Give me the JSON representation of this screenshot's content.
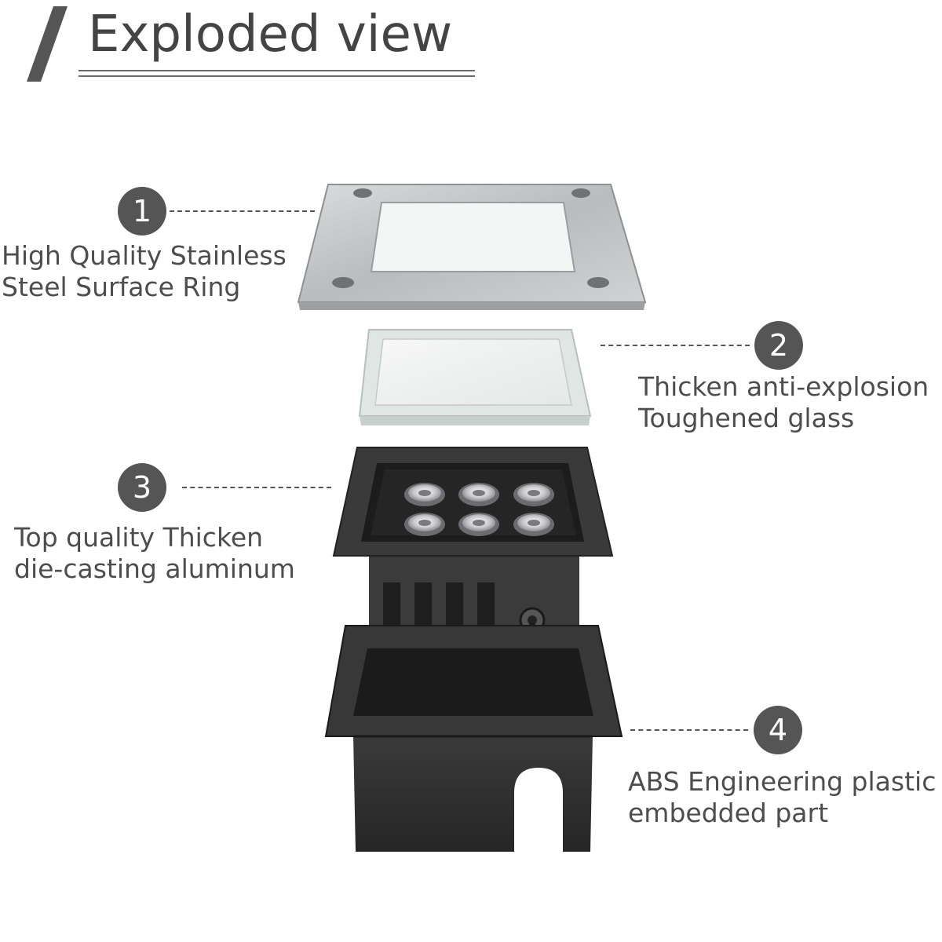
{
  "title": "Exploded view",
  "parts": [
    {
      "number": "1",
      "label_lines": [
        "High Quality Stainless",
        "Steel Surface Ring"
      ]
    },
    {
      "number": "2",
      "label_lines": [
        "Thicken anti-explosion",
        "Toughened glass"
      ]
    },
    {
      "number": "3",
      "label_lines": [
        "Top quality Thicken",
        "die-casting aluminum"
      ]
    },
    {
      "number": "4",
      "label_lines": [
        "ABS Engineering plastic",
        "embedded part"
      ]
    }
  ],
  "colors": {
    "badge": "#555555",
    "steel": "#c9cbcd",
    "glass": "#eef1ef",
    "housing": "#3a3a3a",
    "abs_box": "#2f2f2f"
  },
  "led_count": 6
}
